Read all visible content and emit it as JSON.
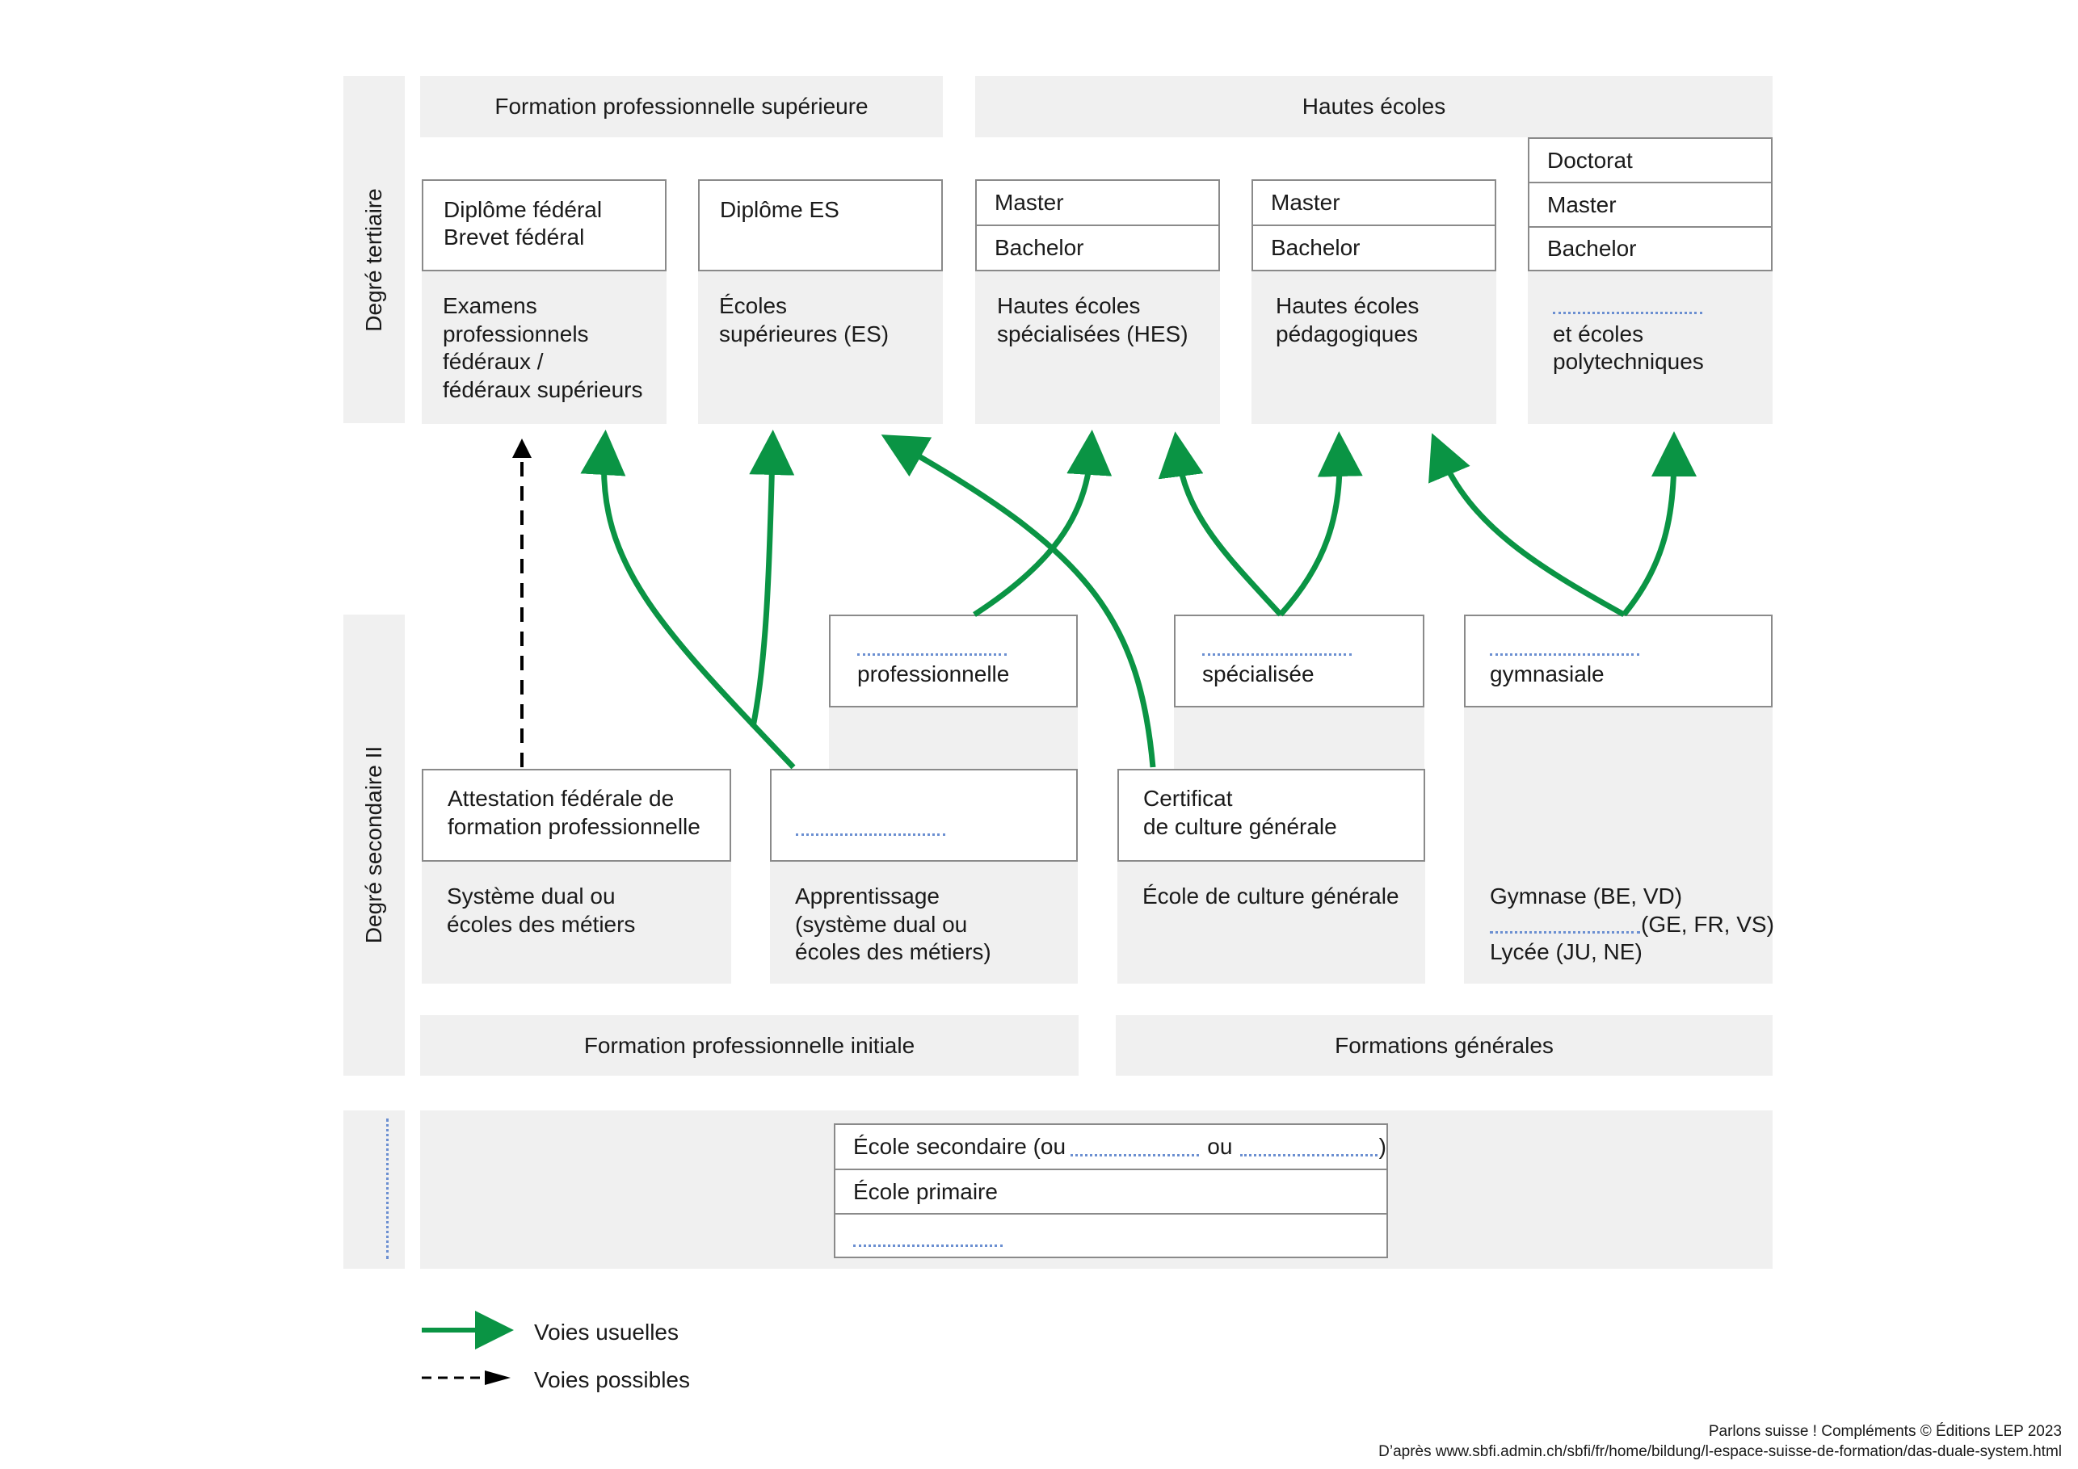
{
  "colors": {
    "accent_green": "#0a9444",
    "panel_gray": "#f0f0f0",
    "border_gray": "#8a8a8a",
    "blank_dots": "#6b8fd1"
  },
  "levels": {
    "tertiary": "Degré tertiaire",
    "secondary": "Degré secondaire II"
  },
  "headers": {
    "higher_vet": "Formation professionnelle supérieure",
    "universities": "Hautes écoles",
    "initial_vet": "Formation professionnelle initiale",
    "general": "Formations générales"
  },
  "tertiary": {
    "col1": {
      "diploma_line1": "Diplôme fédéral",
      "diploma_line2": "Brevet fédéral",
      "desc": [
        "Examens",
        "professionnels",
        "fédéraux /",
        "fédéraux supérieurs"
      ]
    },
    "col2": {
      "diploma": "Diplôme ES",
      "desc": [
        "Écoles",
        "supérieures (ES)"
      ]
    },
    "col3": {
      "rows": [
        "Master",
        "Bachelor"
      ],
      "desc": [
        "Hautes écoles",
        "spécialisées (HES)"
      ]
    },
    "col4": {
      "rows": [
        "Master",
        "Bachelor"
      ],
      "desc": [
        "Hautes écoles",
        "pédagogiques"
      ]
    },
    "col5": {
      "rows": [
        "Doctorat",
        "Master",
        "Bachelor"
      ],
      "desc": [
        "et écoles",
        "polytechniques"
      ]
    }
  },
  "maturity": {
    "professional": "professionnelle",
    "specialized": "spécialisée",
    "gymnasial": "gymnasiale"
  },
  "secondary": {
    "attestation": [
      "Attestation fédérale de",
      "formation professionnelle"
    ],
    "attestation_desc": [
      "Système dual ou",
      "écoles des métiers"
    ],
    "apprenticeship_desc": [
      "Apprentissage",
      "(système dual ou",
      "écoles des métiers)"
    ],
    "certificate": [
      "Certificat",
      "de culture générale"
    ],
    "certificate_desc": [
      "École de culture générale"
    ],
    "gym_desc": [
      "Gymnase (BE, VD)",
      "(GE, FR, VS)",
      "Lycée (JU, NE)"
    ]
  },
  "compulsory": {
    "secondary_prefix": "École secondaire (ou",
    "secondary_mid": "ou",
    "secondary_suffix": ")",
    "primary": "École primaire"
  },
  "legend": {
    "usual": "Voies usuelles",
    "possible": "Voies possibles"
  },
  "source": {
    "line1": "Parlons suisse ! Compléments © Éditions LEP 2023",
    "line2": "D’après www.sbfi.admin.ch/sbfi/fr/home/bildung/l-espace-suisse-de-formation/das-duale-system.html"
  }
}
